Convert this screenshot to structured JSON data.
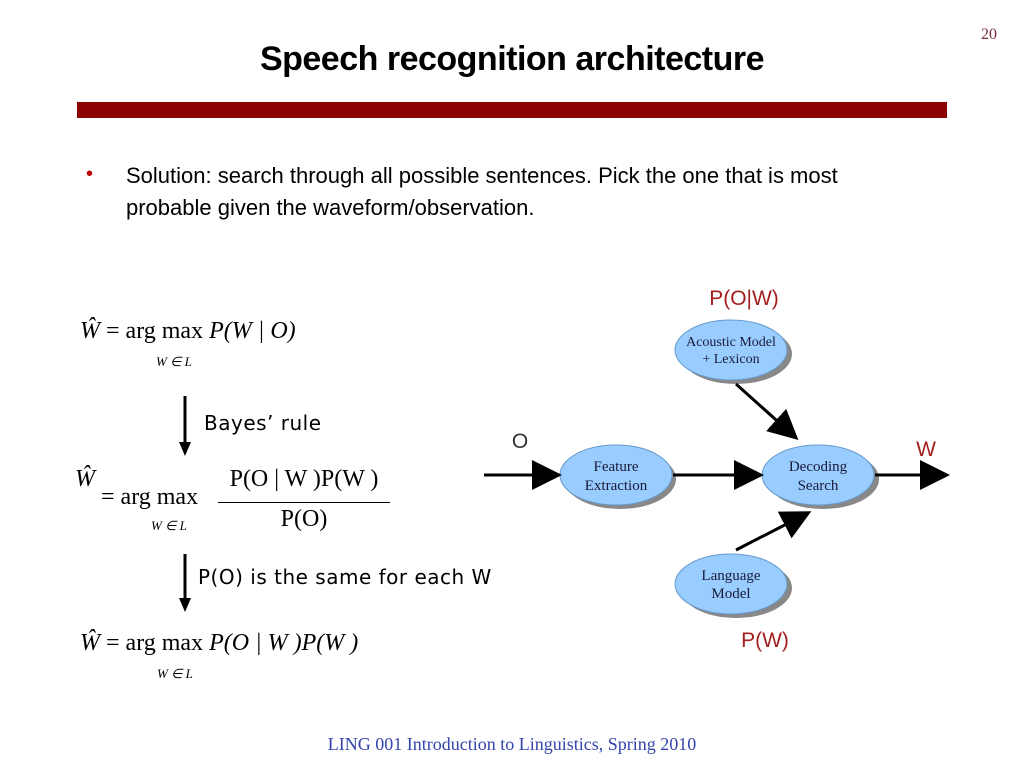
{
  "slide": {
    "number": "20",
    "title": "Speech recognition architecture",
    "bullet": "Solution: search through all possible sentences. Pick the one that is most probable given the waveform/observation.",
    "footer": "LING 001 Introduction to Linguistics, Spring 2010"
  },
  "equations": {
    "eq1": {
      "lhs": "Ŵ",
      "op": "= arg max",
      "rhs": "P(W | O)",
      "subscript": "W ∈ L"
    },
    "eq2": {
      "lhs": "Ŵ",
      "op": "= arg max",
      "numerator": "P(O | W )P(W )",
      "denominator": "P(O)",
      "subscript": "W ∈ L"
    },
    "eq3": {
      "lhs": "Ŵ",
      "op": "= arg max",
      "rhs": "P(O | W )P(W )",
      "subscript": "W ∈ L"
    }
  },
  "steps": {
    "step1": "Bayes’ rule",
    "step2": "P(O) is the same for each W"
  },
  "diagram": {
    "acoustic_prob": "P(O|W)",
    "acoustic_line1": "Acoustic Model",
    "acoustic_line2": "+ Lexicon",
    "feature_line1": "Feature",
    "feature_line2": "Extraction",
    "decoding_line1": "Decoding",
    "decoding_line2": "Search",
    "language_line1": "Language",
    "language_line2": "Model",
    "language_prob": "P(W)",
    "input_label": "O",
    "output_label": "W"
  },
  "colors": {
    "title_bar": "#8b0000",
    "bullet": "#c00000",
    "node_fill": "#99ccff",
    "prob_label": "#a31f1f",
    "footer": "#3344aa"
  }
}
